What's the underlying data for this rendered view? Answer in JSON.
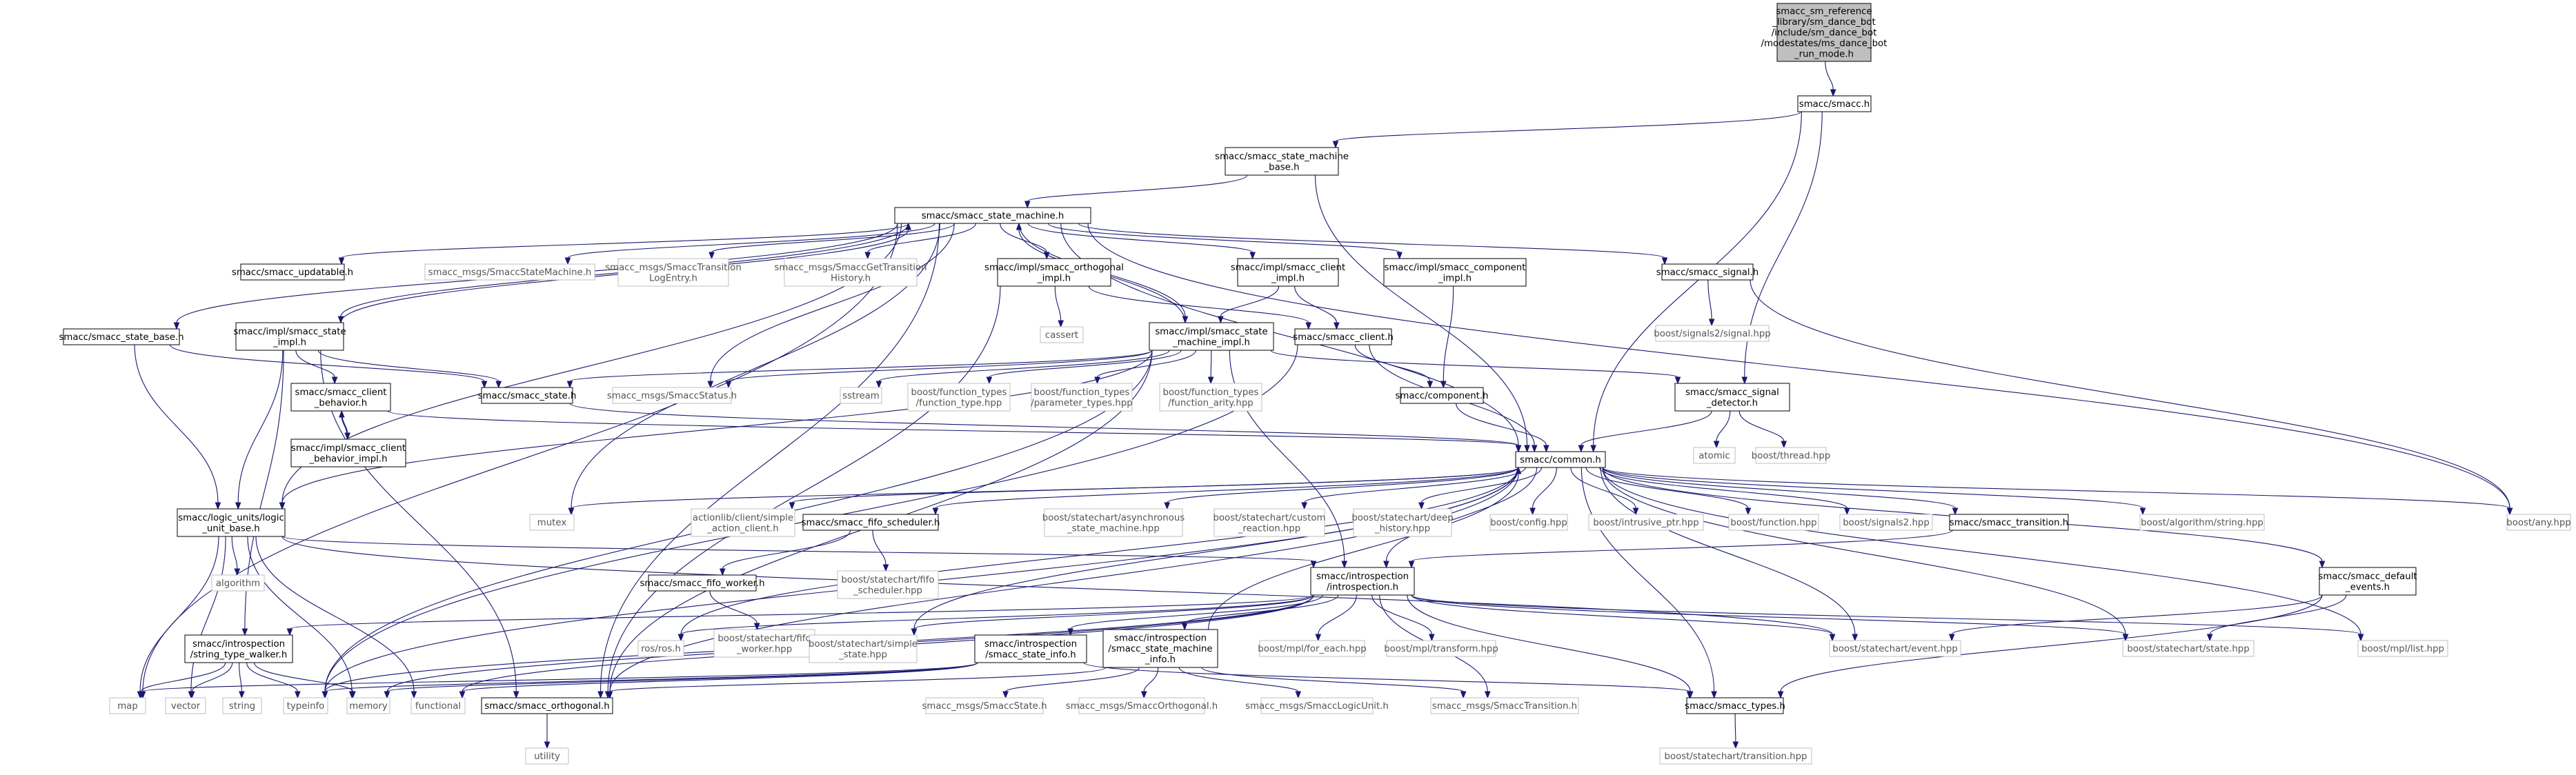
{
  "colors": {
    "edge": "#191970",
    "node_border": "#000000",
    "leaf_border": "#bfbfbf",
    "leaf_text": "#555555",
    "text": "#000000",
    "root_fill": "#bfbfbf",
    "node_fill": "#ffffff"
  },
  "nodes": [
    {
      "id": "root",
      "lines": [
        "smacc_sm_reference",
        "_library/sm_dance_bot",
        "/include/sm_dance_bot",
        "/modestates/ms_dance_bot",
        "_run_mode.h"
      ],
      "style": "root"
    },
    {
      "id": "smacc_h",
      "lines": [
        "smacc/smacc.h"
      ],
      "style": "node"
    },
    {
      "id": "sm_base",
      "lines": [
        "smacc/smacc_state_machine",
        "_base.h"
      ],
      "style": "node"
    },
    {
      "id": "sm",
      "lines": [
        "smacc/smacc_state_machine.h"
      ],
      "style": "node"
    },
    {
      "id": "state_base",
      "lines": [
        "smacc/smacc_state_base.h"
      ],
      "style": "node"
    },
    {
      "id": "state_impl",
      "lines": [
        "smacc/impl/smacc_state",
        "_impl.h"
      ],
      "style": "node"
    },
    {
      "id": "updatable",
      "lines": [
        "smacc/smacc_updatable.h"
      ],
      "style": "node"
    },
    {
      "id": "msg_sm",
      "lines": [
        "smacc_msgs/SmaccStateMachine.h"
      ],
      "style": "leaf"
    },
    {
      "id": "msg_tle",
      "lines": [
        "smacc_msgs/SmaccTransition",
        "LogEntry.h"
      ],
      "style": "leaf"
    },
    {
      "id": "msg_gth",
      "lines": [
        "smacc_msgs/SmaccGetTransition",
        "History.h"
      ],
      "style": "leaf"
    },
    {
      "id": "orth_impl",
      "lines": [
        "smacc/impl/smacc_orthogonal",
        "_impl.h"
      ],
      "style": "node"
    },
    {
      "id": "client_impl",
      "lines": [
        "smacc/impl/smacc_client",
        "_impl.h"
      ],
      "style": "node"
    },
    {
      "id": "comp_impl",
      "lines": [
        "smacc/impl/smacc_component",
        "_impl.h"
      ],
      "style": "node"
    },
    {
      "id": "signal",
      "lines": [
        "smacc/smacc_signal.h"
      ],
      "style": "node"
    },
    {
      "id": "signals2_signal",
      "lines": [
        "boost/signals2/signal.hpp"
      ],
      "style": "leaf"
    },
    {
      "id": "cassert",
      "lines": [
        "cassert"
      ],
      "style": "leaf"
    },
    {
      "id": "sm_impl",
      "lines": [
        "smacc/impl/smacc_state",
        "_machine_impl.h"
      ],
      "style": "node"
    },
    {
      "id": "client",
      "lines": [
        "smacc/smacc_client.h"
      ],
      "style": "node"
    },
    {
      "id": "client_behavior",
      "lines": [
        "smacc/smacc_client",
        "_behavior.h"
      ],
      "style": "node"
    },
    {
      "id": "cb_impl",
      "lines": [
        "smacc/impl/smacc_client",
        "_behavior_impl.h"
      ],
      "style": "node"
    },
    {
      "id": "state",
      "lines": [
        "smacc/smacc_state.h"
      ],
      "style": "node"
    },
    {
      "id": "msg_status",
      "lines": [
        "smacc_msgs/SmaccStatus.h"
      ],
      "style": "leaf"
    },
    {
      "id": "sstream",
      "lines": [
        "sstream"
      ],
      "style": "leaf"
    },
    {
      "id": "ft_ft",
      "lines": [
        "boost/function_types",
        "/function_type.hpp"
      ],
      "style": "leaf"
    },
    {
      "id": "ft_pt",
      "lines": [
        "boost/function_types",
        "/parameter_types.hpp"
      ],
      "style": "leaf"
    },
    {
      "id": "ft_fa",
      "lines": [
        "boost/function_types",
        "/function_arity.hpp"
      ],
      "style": "leaf"
    },
    {
      "id": "component",
      "lines": [
        "smacc/component.h"
      ],
      "style": "node"
    },
    {
      "id": "signal_det",
      "lines": [
        "smacc/smacc_signal",
        "_detector.h"
      ],
      "style": "node"
    },
    {
      "id": "atomic",
      "lines": [
        "atomic"
      ],
      "style": "leaf"
    },
    {
      "id": "thread",
      "lines": [
        "boost/thread.hpp"
      ],
      "style": "leaf"
    },
    {
      "id": "common",
      "lines": [
        "smacc/common.h"
      ],
      "style": "node"
    },
    {
      "id": "logic_unit",
      "lines": [
        "smacc/logic_units/logic",
        "_unit_base.h"
      ],
      "style": "node"
    },
    {
      "id": "mutex",
      "lines": [
        "mutex"
      ],
      "style": "leaf"
    },
    {
      "id": "actionlib",
      "lines": [
        "actionlib/client/simple",
        "_action_client.h"
      ],
      "style": "leaf"
    },
    {
      "id": "fifo_sched",
      "lines": [
        "smacc/smacc_fifo_scheduler.h"
      ],
      "style": "node"
    },
    {
      "id": "asm",
      "lines": [
        "boost/statechart/asynchronous",
        "_state_machine.hpp"
      ],
      "style": "leaf"
    },
    {
      "id": "custom_reaction",
      "lines": [
        "boost/statechart/custom",
        "_reaction.hpp"
      ],
      "style": "leaf"
    },
    {
      "id": "deep_history",
      "lines": [
        "boost/statechart/deep",
        "_history.hpp"
      ],
      "style": "leaf"
    },
    {
      "id": "config",
      "lines": [
        "boost/config.hpp"
      ],
      "style": "leaf"
    },
    {
      "id": "intrusive_ptr",
      "lines": [
        "boost/intrusive_ptr.hpp"
      ],
      "style": "leaf"
    },
    {
      "id": "function",
      "lines": [
        "boost/function.hpp"
      ],
      "style": "leaf"
    },
    {
      "id": "signals2",
      "lines": [
        "boost/signals2.hpp"
      ],
      "style": "leaf"
    },
    {
      "id": "transition",
      "lines": [
        "smacc/smacc_transition.h"
      ],
      "style": "node"
    },
    {
      "id": "alg_string",
      "lines": [
        "boost/algorithm/string.hpp"
      ],
      "style": "leaf"
    },
    {
      "id": "any",
      "lines": [
        "boost/any.hpp"
      ],
      "style": "leaf"
    },
    {
      "id": "algorithm",
      "lines": [
        "algorithm"
      ],
      "style": "leaf"
    },
    {
      "id": "fifo_worker",
      "lines": [
        "smacc/smacc_fifo_worker.h"
      ],
      "style": "node"
    },
    {
      "id": "fifo_scheduler_hpp",
      "lines": [
        "boost/statechart/fifo",
        "_scheduler.hpp"
      ],
      "style": "leaf"
    },
    {
      "id": "fifo_worker_hpp",
      "lines": [
        "boost/statechart/fifo",
        "_worker.hpp"
      ],
      "style": "leaf"
    },
    {
      "id": "introspection",
      "lines": [
        "smacc/introspection",
        "/introspection.h"
      ],
      "style": "node"
    },
    {
      "id": "default_events",
      "lines": [
        "smacc/smacc_default",
        "_events.h"
      ],
      "style": "node"
    },
    {
      "id": "stw",
      "lines": [
        "smacc/introspection",
        "/string_type_walker.h"
      ],
      "style": "node"
    },
    {
      "id": "ros",
      "lines": [
        "ros/ros.h"
      ],
      "style": "leaf"
    },
    {
      "id": "simple_state",
      "lines": [
        "boost/statechart/simple",
        "_state.hpp"
      ],
      "style": "leaf"
    },
    {
      "id": "state_info",
      "lines": [
        "smacc/introspection",
        "/smacc_state_info.h"
      ],
      "style": "node"
    },
    {
      "id": "smi_info",
      "lines": [
        "smacc/introspection",
        "/smacc_state_machine",
        "_info.h"
      ],
      "style": "node"
    },
    {
      "id": "for_each",
      "lines": [
        "boost/mpl/for_each.hpp"
      ],
      "style": "leaf"
    },
    {
      "id": "transform",
      "lines": [
        "boost/mpl/transform.hpp"
      ],
      "style": "leaf"
    },
    {
      "id": "event",
      "lines": [
        "boost/statechart/event.hpp"
      ],
      "style": "leaf"
    },
    {
      "id": "state_hpp",
      "lines": [
        "boost/statechart/state.hpp"
      ],
      "style": "leaf"
    },
    {
      "id": "mpl_list",
      "lines": [
        "boost/mpl/list.hpp"
      ],
      "style": "leaf"
    },
    {
      "id": "map",
      "lines": [
        "map"
      ],
      "style": "leaf"
    },
    {
      "id": "vector",
      "lines": [
        "vector"
      ],
      "style": "leaf"
    },
    {
      "id": "string",
      "lines": [
        "string"
      ],
      "style": "leaf"
    },
    {
      "id": "typeinfo",
      "lines": [
        "typeinfo"
      ],
      "style": "leaf"
    },
    {
      "id": "memory",
      "lines": [
        "memory"
      ],
      "style": "leaf"
    },
    {
      "id": "functional",
      "lines": [
        "functional"
      ],
      "style": "leaf"
    },
    {
      "id": "orthogonal",
      "lines": [
        "smacc/smacc_orthogonal.h"
      ],
      "style": "node"
    },
    {
      "id": "types",
      "lines": [
        "smacc/smacc_types.h"
      ],
      "style": "node"
    },
    {
      "id": "msg_state",
      "lines": [
        "smacc_msgs/SmaccState.h"
      ],
      "style": "leaf"
    },
    {
      "id": "msg_orth",
      "lines": [
        "smacc_msgs/SmaccOrthogonal.h"
      ],
      "style": "leaf"
    },
    {
      "id": "msg_lu",
      "lines": [
        "smacc_msgs/SmaccLogicUnit.h"
      ],
      "style": "leaf"
    },
    {
      "id": "msg_trans",
      "lines": [
        "smacc_msgs/SmaccTransition.h"
      ],
      "style": "leaf"
    },
    {
      "id": "utility",
      "lines": [
        "utility"
      ],
      "style": "leaf"
    },
    {
      "id": "sc_transition",
      "lines": [
        "boost/statechart/transition.hpp"
      ],
      "style": "leaf"
    }
  ],
  "edges": [
    [
      "root",
      "smacc_h"
    ],
    [
      "smacc_h",
      "sm_base"
    ],
    [
      "smacc_h",
      "common"
    ],
    [
      "smacc_h",
      "signal_det"
    ],
    [
      "sm_base",
      "sm"
    ],
    [
      "sm_base",
      "common"
    ],
    [
      "sm",
      "state_base"
    ],
    [
      "sm",
      "state_impl"
    ],
    [
      "sm",
      "updatable"
    ],
    [
      "sm",
      "msg_sm"
    ],
    [
      "sm",
      "msg_tle"
    ],
    [
      "sm",
      "msg_gth"
    ],
    [
      "sm",
      "orth_impl"
    ],
    [
      "sm",
      "client_impl"
    ],
    [
      "sm",
      "comp_impl"
    ],
    [
      "sm",
      "signal"
    ],
    [
      "sm",
      "any"
    ],
    [
      "sm",
      "map"
    ],
    [
      "sm",
      "mutex"
    ],
    [
      "sm",
      "common"
    ],
    [
      "sm",
      "msg_status"
    ],
    [
      "sm",
      "logic_unit"
    ],
    [
      "sm",
      "orthogonal"
    ],
    [
      "sm",
      "sm_impl"
    ],
    [
      "state_base",
      "state"
    ],
    [
      "state_base",
      "logic_unit"
    ],
    [
      "state_impl",
      "state"
    ],
    [
      "state_impl",
      "client_behavior"
    ],
    [
      "state_impl",
      "logic_unit"
    ],
    [
      "state_impl",
      "stw"
    ],
    [
      "state_impl",
      "orthogonal"
    ],
    [
      "state_impl",
      "sm"
    ],
    [
      "orth_impl",
      "client"
    ],
    [
      "orth_impl",
      "cassert"
    ],
    [
      "orth_impl",
      "orthogonal"
    ],
    [
      "client_impl",
      "client"
    ],
    [
      "client_impl",
      "sm_impl"
    ],
    [
      "comp_impl",
      "component"
    ],
    [
      "signal",
      "signals2_signal"
    ],
    [
      "signal",
      "any"
    ],
    [
      "sm_impl",
      "state"
    ],
    [
      "sm_impl",
      "msg_status"
    ],
    [
      "sm_impl",
      "sstream"
    ],
    [
      "sm_impl",
      "ft_ft"
    ],
    [
      "sm_impl",
      "ft_pt"
    ],
    [
      "sm_impl",
      "ft_fa"
    ],
    [
      "sm_impl",
      "signal_det"
    ],
    [
      "sm_impl",
      "typeinfo"
    ],
    [
      "sm_impl",
      "orthogonal"
    ],
    [
      "sm_impl",
      "introspection"
    ],
    [
      "sm_impl",
      "logic_unit"
    ],
    [
      "sm_impl",
      "sm"
    ],
    [
      "client",
      "component"
    ],
    [
      "client",
      "common"
    ],
    [
      "client",
      "typeinfo"
    ],
    [
      "client_behavior",
      "common"
    ],
    [
      "client_behavior",
      "cb_impl"
    ],
    [
      "cb_impl",
      "client_behavior"
    ],
    [
      "state",
      "common"
    ],
    [
      "component",
      "common"
    ],
    [
      "signal_det",
      "common"
    ],
    [
      "signal_det",
      "atomic"
    ],
    [
      "signal_det",
      "thread"
    ],
    [
      "common",
      "mutex"
    ],
    [
      "common",
      "actionlib"
    ],
    [
      "common",
      "fifo_sched"
    ],
    [
      "common",
      "asm"
    ],
    [
      "common",
      "custom_reaction"
    ],
    [
      "common",
      "deep_history"
    ],
    [
      "common",
      "config"
    ],
    [
      "common",
      "intrusive_ptr"
    ],
    [
      "common",
      "function"
    ],
    [
      "common",
      "signals2"
    ],
    [
      "common",
      "transition"
    ],
    [
      "common",
      "alg_string"
    ],
    [
      "common",
      "any"
    ],
    [
      "common",
      "introspection"
    ],
    [
      "common",
      "default_events"
    ],
    [
      "common",
      "ros"
    ],
    [
      "common",
      "simple_state"
    ],
    [
      "common",
      "event"
    ],
    [
      "common",
      "state_hpp"
    ],
    [
      "common",
      "mpl_list"
    ],
    [
      "common",
      "types"
    ],
    [
      "common",
      "orthogonal"
    ],
    [
      "common",
      "typeinfo"
    ],
    [
      "logic_unit",
      "introspection"
    ],
    [
      "logic_unit",
      "algorithm"
    ],
    [
      "logic_unit",
      "map"
    ],
    [
      "logic_unit",
      "vector"
    ],
    [
      "logic_unit",
      "memory"
    ],
    [
      "logic_unit",
      "functional"
    ],
    [
      "logic_unit",
      "event"
    ],
    [
      "fifo_sched",
      "fifo_worker"
    ],
    [
      "fifo_sched",
      "fifo_scheduler_hpp"
    ],
    [
      "fifo_worker",
      "fifo_worker_hpp"
    ],
    [
      "transition",
      "introspection"
    ],
    [
      "introspection",
      "stw"
    ],
    [
      "introspection",
      "ros"
    ],
    [
      "introspection",
      "simple_state"
    ],
    [
      "introspection",
      "state_info"
    ],
    [
      "introspection",
      "smi_info"
    ],
    [
      "introspection",
      "for_each"
    ],
    [
      "introspection",
      "transform"
    ],
    [
      "introspection",
      "event"
    ],
    [
      "introspection",
      "state_hpp"
    ],
    [
      "introspection",
      "mpl_list"
    ],
    [
      "introspection",
      "types"
    ],
    [
      "introspection",
      "msg_trans"
    ],
    [
      "introspection",
      "typeinfo"
    ],
    [
      "introspection",
      "memory"
    ],
    [
      "introspection",
      "functional"
    ],
    [
      "default_events",
      "event"
    ],
    [
      "default_events",
      "state_hpp"
    ],
    [
      "default_events",
      "types"
    ],
    [
      "stw",
      "map"
    ],
    [
      "stw",
      "vector"
    ],
    [
      "stw",
      "string"
    ],
    [
      "stw",
      "typeinfo"
    ],
    [
      "stw",
      "memory"
    ],
    [
      "state_info",
      "types"
    ],
    [
      "state_info",
      "map"
    ],
    [
      "state_info",
      "typeinfo"
    ],
    [
      "state_info",
      "memory"
    ],
    [
      "state_info",
      "functional"
    ],
    [
      "smi_info",
      "orthogonal"
    ],
    [
      "smi_info",
      "msg_state"
    ],
    [
      "smi_info",
      "msg_orth"
    ],
    [
      "smi_info",
      "msg_lu"
    ],
    [
      "smi_info",
      "msg_trans"
    ],
    [
      "smi_info",
      "common"
    ],
    [
      "orthogonal",
      "utility"
    ],
    [
      "types",
      "sc_transition"
    ]
  ]
}
